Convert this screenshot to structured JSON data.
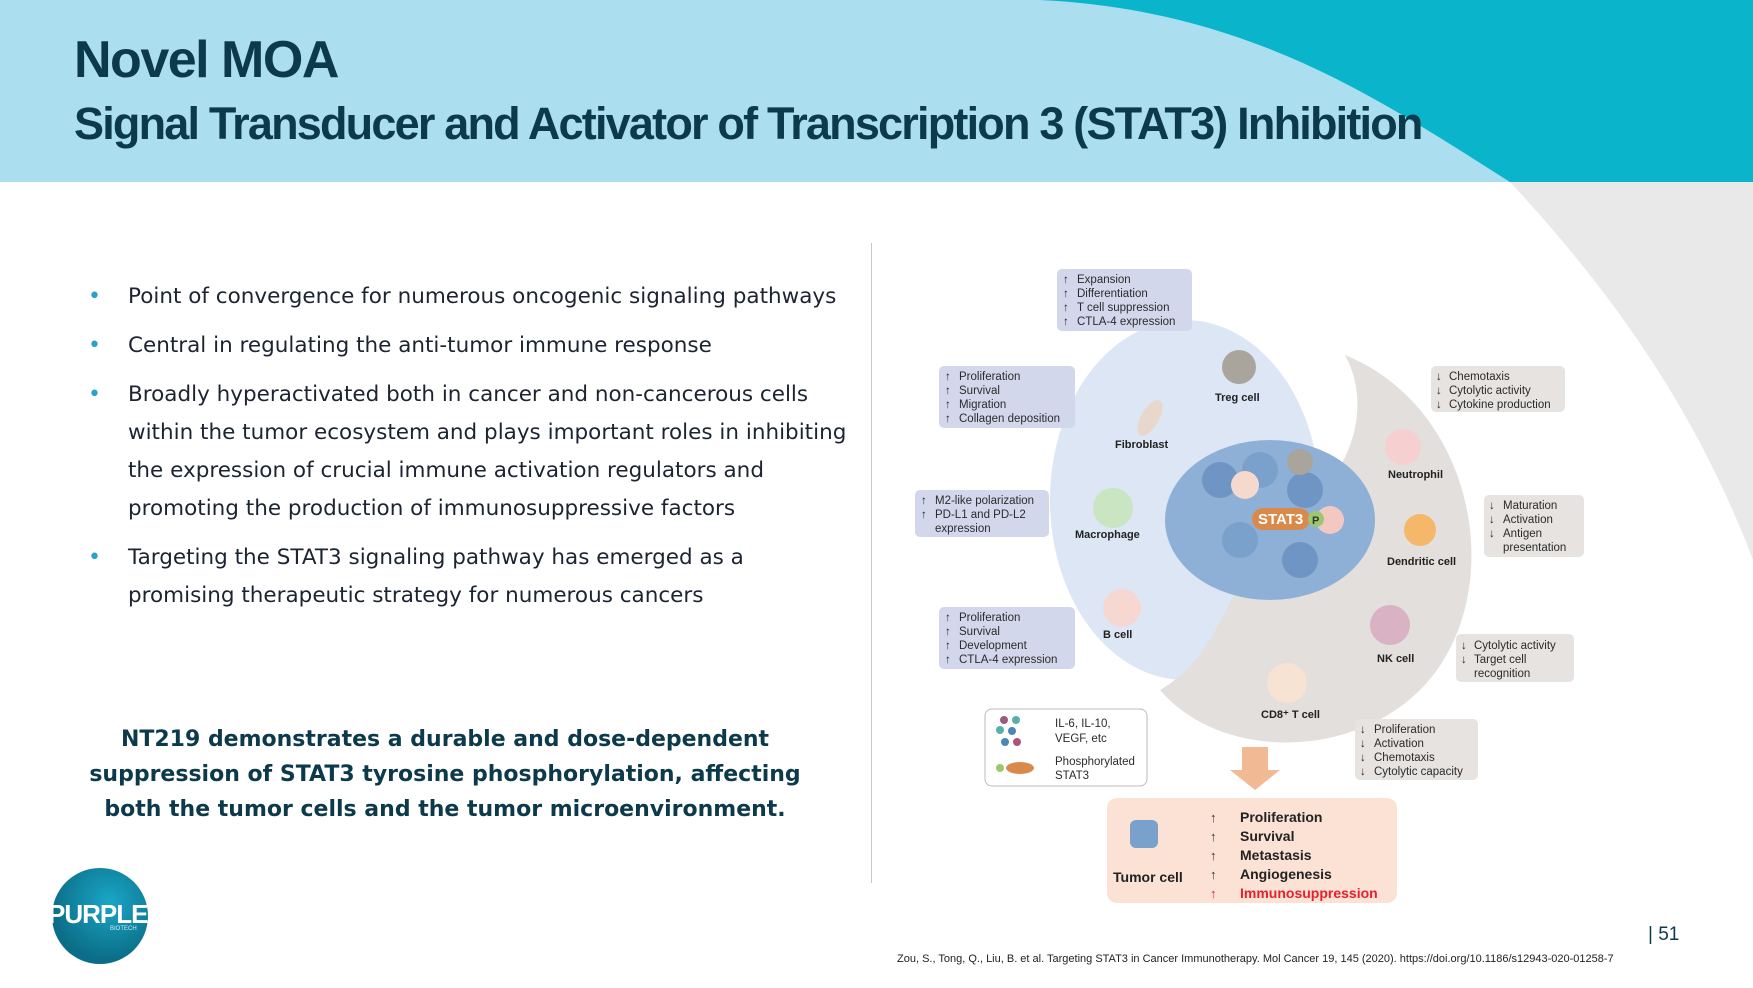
{
  "header": {
    "title": "Novel MOA",
    "subtitle": "Signal Transducer and Activator of Transcription 3 (STAT3) Inhibition"
  },
  "bullets": [
    "Point of convergence for numerous oncogenic signaling pathways",
    "Central in regulating the anti-tumor immune response",
    "Broadly hyperactivated both in cancer and non-cancerous cells within the tumor ecosystem and plays important roles in inhibiting the expression of crucial immune activation regulators and promoting the production of immunosuppressive factors",
    "Targeting the STAT3 signaling pathway has emerged as a promising therapeutic strategy for numerous cancers"
  ],
  "callout": "NT219 demonstrates a durable and dose-dependent suppression of STAT3 tyrosine phosphorylation, affecting both the tumor cells and the tumor microenvironment.",
  "diagram": {
    "center_label": "STAT3",
    "center_p": "P",
    "stat_tag": "STAT3",
    "p_tag": "P",
    "cells": {
      "treg": "Treg cell",
      "fibroblast": "Fibroblast",
      "macrophage": "Macrophage",
      "bcell": "B cell",
      "neutrophil": "Neutrophil",
      "dendritic": "Dendritic cell",
      "nk": "NK cell",
      "cd8": "CD8⁺ T cell",
      "tumor": "Tumor cell"
    },
    "boxes": {
      "treg": [
        "Expansion",
        "Differentiation",
        "T cell suppression",
        "CTLA-4 expression"
      ],
      "fibroblast": [
        "Proliferation",
        "Survival",
        "Migration",
        "Collagen deposition"
      ],
      "macrophage": [
        "M2-like polarization",
        "PD-L1 and PD-L2",
        "expression"
      ],
      "bcell": [
        "Proliferation",
        "Survival",
        "Development",
        "CTLA-4 expression"
      ],
      "neutrophil": [
        "Chemotaxis",
        "Cytolytic activity",
        "Cytokine production"
      ],
      "dendritic": [
        "Maturation",
        "Activation",
        "Antigen",
        "presentation"
      ],
      "nk": [
        "Cytolytic activity",
        "Target cell",
        "recognition"
      ],
      "cd8": [
        "Proliferation",
        "Activation",
        "Chemotaxis",
        "Cytolytic capacity"
      ],
      "tumor": [
        "Proliferation",
        "Survival",
        "Metastasis",
        "Angiogenesis",
        "Immunosuppression"
      ]
    },
    "legend": {
      "cytokines": [
        "IL-6, IL-10,",
        "VEGF, etc"
      ],
      "phospho": [
        "Phosphorylated",
        "STAT3"
      ]
    },
    "colors": {
      "up_arrow": "#d0507a",
      "down_arrow": "#4a86b8",
      "highlight": "#e8202a"
    }
  },
  "page_number": "| 51",
  "citation": "Zou, S., Tong, Q., Liu, B. et al. Targeting STAT3 in Cancer Immunotherapy. Mol Cancer 19, 145 (2020). https://doi.org/10.1186/s12943-020-01258-7",
  "logo": {
    "name": "PURPLE",
    "sub": "BIOTECH"
  }
}
